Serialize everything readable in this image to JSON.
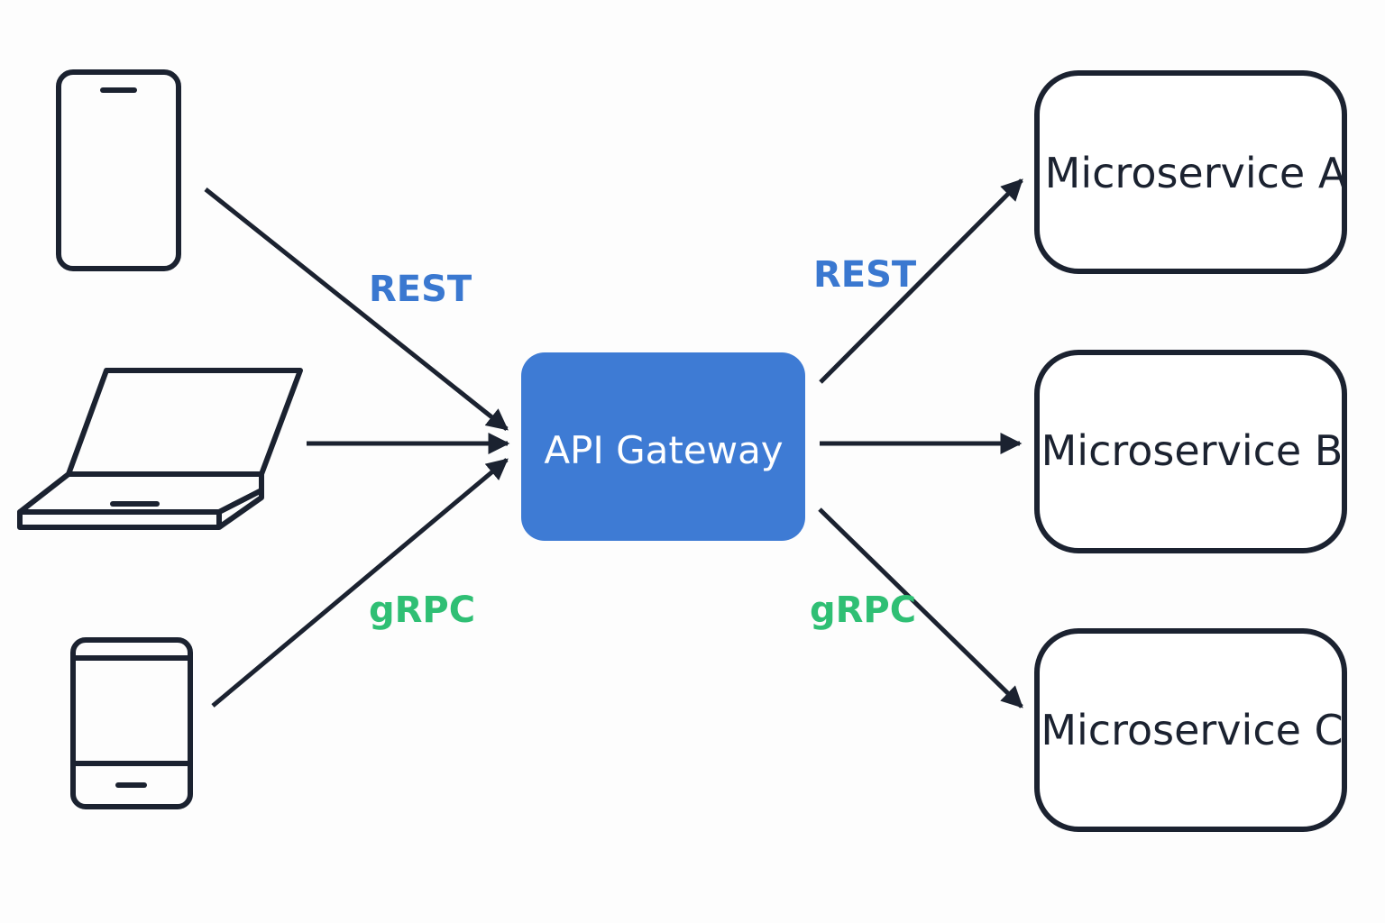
{
  "gateway": {
    "label": "API Gateway",
    "color": "#3e7bd4"
  },
  "clients": [
    {
      "icon": "smartphone-icon"
    },
    {
      "icon": "laptop-icon"
    },
    {
      "icon": "tablet-icon"
    }
  ],
  "services": [
    {
      "label": "Microservice A"
    },
    {
      "label": "Microservice B"
    },
    {
      "label": "Microservice C"
    }
  ],
  "protocols": {
    "client_rest": "REST",
    "client_grpc": "gRPC",
    "service_rest": "REST",
    "service_grpc": "gRPC"
  },
  "colors": {
    "stroke": "#1b2230",
    "rest": "#3a78d0",
    "grpc": "#2fbf74",
    "background": "#fdfdfd"
  }
}
